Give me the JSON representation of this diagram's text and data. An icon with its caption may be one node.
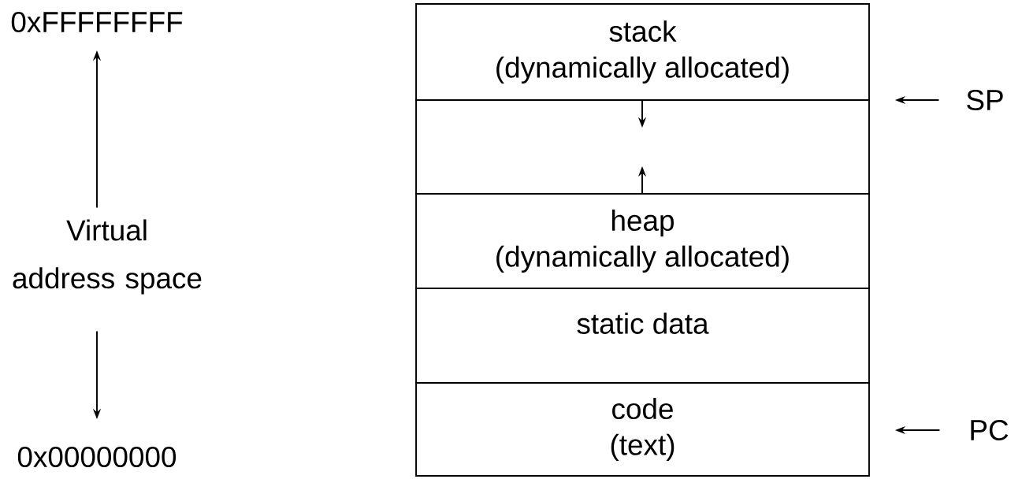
{
  "diagram": {
    "nodes": [
      {
        "text": [
          "0xFFFFFFFF"
        ]
      },
      {
        "text": [
          "Virtual address space"
        ]
      },
      {
        "text": [
          "0x00000000"
        ]
      },
      {
        "text": [
          "stack",
          "(dynamically allocated)"
        ]
      },
      {
        "text": [],
        "shape": "box"
      },
      {
        "text": [
          "heap",
          "(dynamically allocated)"
        ]
      },
      {
        "text": [
          "static data"
        ]
      },
      {
        "text": [
          "code",
          "(text)"
        ]
      },
      {
        "text": [
          "SP"
        ]
      },
      {
        "text": [
          "PC"
        ]
      }
    ],
    "edges": [
      {
        "from": 1,
        "to": 0,
        "arrow": "to"
      },
      {
        "from": 1,
        "to": 2,
        "arrow": "to"
      },
      {
        "from": 8,
        "to": 3,
        "arrow": "to"
      },
      {
        "from": 9,
        "to": 7,
        "arrow": "to"
      }
    ]
  }
}
